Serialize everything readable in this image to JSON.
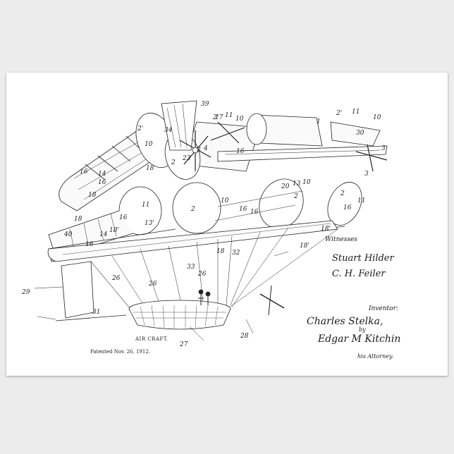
{
  "figure": {
    "title": "AIR CRAFT.",
    "patent_date": "Patented Nov. 26, 1912.",
    "witnesses_label": "Witnesses",
    "witness_names": [
      "Stuart Hilder",
      "C. H. Feiler"
    ],
    "inventor_label": "Inventor:",
    "inventor_name": "Charles Stelka,",
    "by_label": "by",
    "attorney_name": "Edgar M Kitchin",
    "attorney_label": "his Attorney.",
    "reference_numerals": [
      "39",
      "2'",
      "11",
      "10",
      "1",
      "2'",
      "11",
      "10",
      "3",
      "30",
      "34",
      "2'",
      "3",
      "4",
      "10",
      "16",
      "3",
      "18",
      "23",
      "2",
      "16",
      "11",
      "2",
      "18",
      "14",
      "16",
      "17",
      "13",
      "10",
      "20",
      "16",
      "18",
      "13'",
      "11",
      "2",
      "16",
      "10",
      "16",
      "2",
      "16",
      "40",
      "16",
      "14",
      "18'",
      "18'",
      "18'",
      "32",
      "18",
      "33",
      "26",
      "26",
      "26",
      "29",
      "31",
      "28",
      "27"
    ]
  },
  "colors": {
    "paper": "#ffffff",
    "background": "#ececec",
    "ink": "#222222"
  }
}
